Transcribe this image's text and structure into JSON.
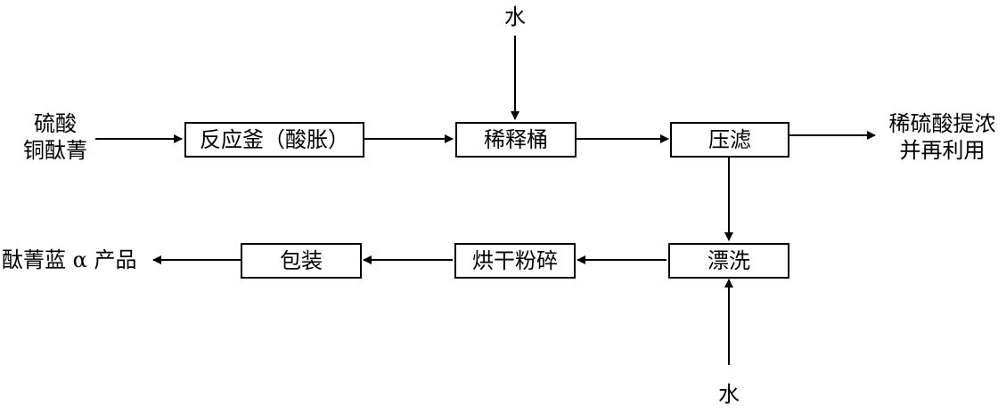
{
  "inputs": {
    "top_left_line1": "硫酸",
    "top_left_line2": "铜酞菁",
    "water_top": "水",
    "water_bottom": "水"
  },
  "process": {
    "reactor": "反应釜（酸胀）",
    "dilution_tank": "稀释桶",
    "filter_press": "压滤",
    "rinse": "漂洗",
    "dry_grind": "烘干粉碎",
    "packaging": "包装"
  },
  "outputs": {
    "reuse_line1": "稀硫酸提浓",
    "reuse_line2": "并再利用",
    "product": "酞菁蓝 α 产品"
  }
}
